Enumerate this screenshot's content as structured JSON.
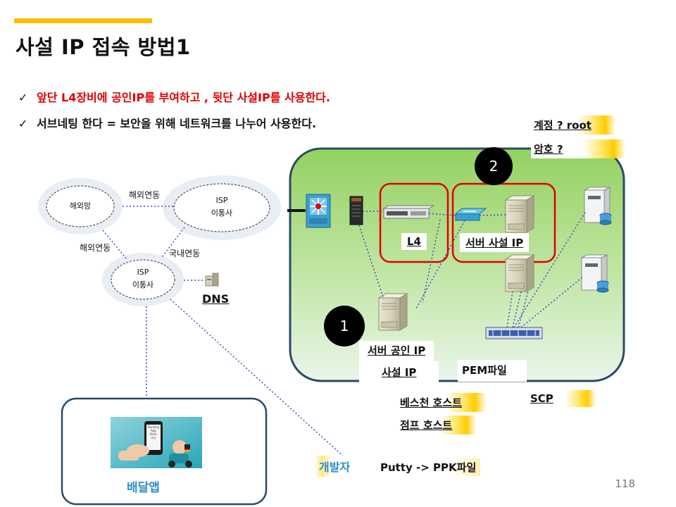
{
  "title": "사설 IP 접속 방법1",
  "bullets": [
    {
      "check": "✓",
      "text": "앞단 L4장비에 공인IP를 부여하고 , 뒷단 사설IP를 사용한다."
    },
    {
      "check": "✓",
      "text": "서브네팅 한다 = 보안을 위해 네트워크를 나누어 사용한다."
    }
  ],
  "callouts": {
    "account": "계정 ? root",
    "password": "암호 ?",
    "l4": "L4",
    "server_private_ip": "서버 사설 IP",
    "server_public_ip": "서버 공인 IP",
    "private_ip": "사설 IP",
    "pem_file": "PEM파일",
    "bastion_host": "베스천 호스트",
    "jump_host": "점프 호스트",
    "scp": "SCP",
    "developer": "개발자",
    "putty": "Putty -> PPK파일",
    "dns": "DNS",
    "delivery_app": "배달앱"
  },
  "badges": {
    "one": "1",
    "two": "2"
  },
  "network": {
    "overseas_net": "해외망",
    "isp_top_line1": "ISP",
    "isp_top_line2": "이통사",
    "isp_bottom_line1": "ISP",
    "isp_bottom_line2": "이통사",
    "overseas_link_top": "해외연동",
    "overseas_link_left": "해외연동",
    "domestic_link": "국내연동"
  },
  "phone_screen": [
    "Banking",
    "App",
    "Deliv",
    "ery"
  ],
  "page_number": "118",
  "colors": {
    "accent": "#f5c000",
    "alert_red": "#e00000",
    "zone_fill": "#9ed86a",
    "zone_border": "#2a4a66",
    "highlight_box": "#e00000",
    "link_blue": "#3a4fc0"
  }
}
